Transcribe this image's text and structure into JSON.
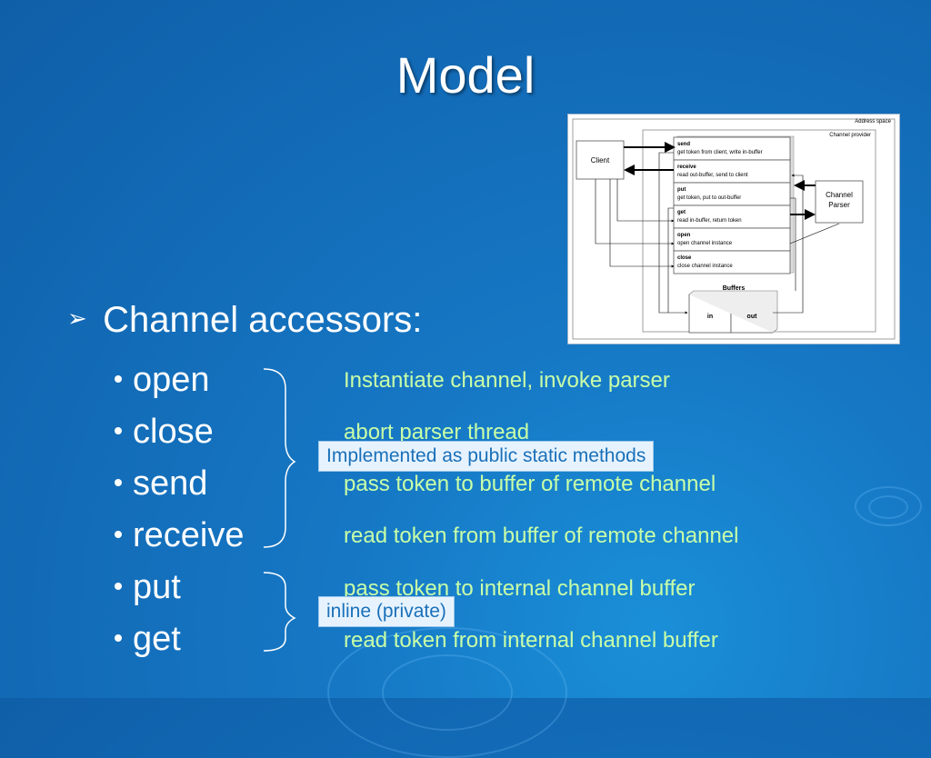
{
  "slide": {
    "title": "Model",
    "heading": "Channel accessors:",
    "accessors": [
      {
        "name": "open",
        "description": "Instantiate channel, invoke parser"
      },
      {
        "name": "close",
        "description": "abort parser thread"
      },
      {
        "name": "send",
        "description": "pass token to buffer of remote channel"
      },
      {
        "name": "receive",
        "description": "read token from buffer of remote channel"
      },
      {
        "name": "put",
        "description": "pass token to internal channel buffer"
      },
      {
        "name": "get",
        "description": "read token from internal channel buffer"
      }
    ],
    "callouts": {
      "public": "Implemented as public static methods",
      "private": "inline (private)"
    }
  },
  "diagram": {
    "address_space": "Address space",
    "channel_provider": "Channel provider",
    "client": "Client",
    "parser_line1": "Channel",
    "parser_line2": "Parser",
    "buffers": "Buffers",
    "buffer_in": "in",
    "buffer_out": "out",
    "methods": [
      {
        "name": "send",
        "detail": "get token from client, write in-buffer"
      },
      {
        "name": "receive",
        "detail": "read out-buffer, send to client"
      },
      {
        "name": "put",
        "detail": "get token, put to out-buffer"
      },
      {
        "name": "get",
        "detail": "read in-buffer, return token"
      },
      {
        "name": "open",
        "detail": "open channel instance"
      },
      {
        "name": "close",
        "detail": "close channel instance"
      }
    ]
  },
  "colors": {
    "background": "#1677c4",
    "title": "#ffffff",
    "description_text": "#c8ffa8",
    "callout_bg": "#e6f3ff",
    "callout_text": "#1a70b8"
  }
}
